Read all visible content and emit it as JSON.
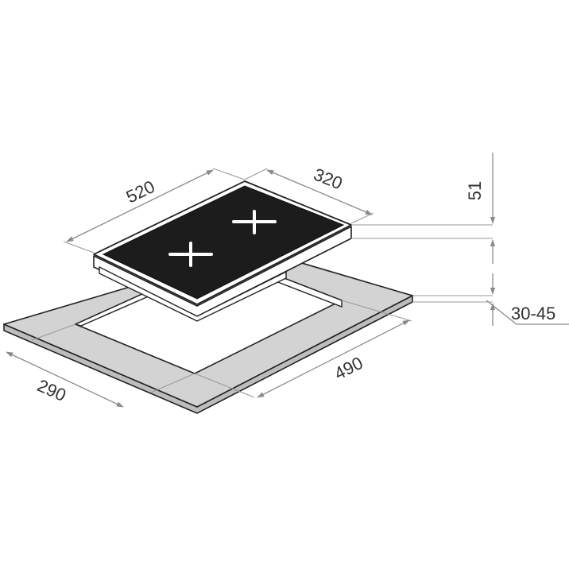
{
  "dimensions": {
    "hob_length": "520",
    "hob_width": "320",
    "hob_height": "51",
    "worktop_thickness": "30-45",
    "cutout_width": "290",
    "cutout_length": "490"
  },
  "colors": {
    "glass": "#1c1c1c",
    "frame": "#ffffff",
    "outline": "#222222",
    "worktop": "#d3d3d3",
    "dimension_line": "#8a8a8a",
    "text": "#333333",
    "burner": "#ffffff"
  }
}
